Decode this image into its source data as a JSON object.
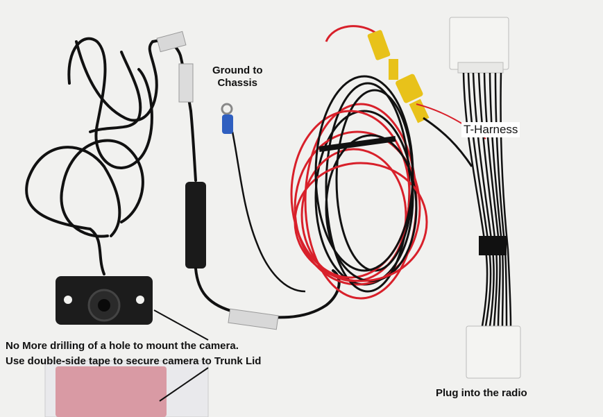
{
  "labels": {
    "ground_line1": "Ground to",
    "ground_line2": "Chassis",
    "t_harness": "T-Harness",
    "drill_line1": "No More drilling of a hole to mount the camera.",
    "drill_line2": "Use double-side tape to secure camera to Trunk Lid",
    "radio": "Plug into the radio"
  },
  "colors": {
    "background": "#f1f1ef",
    "black_cable": "#111111",
    "red_wire": "#d8202a",
    "yellow_rca": "#e8c21a",
    "white_connector": "#f4f4f2",
    "ground_terminal": "#2f5fc0",
    "tape_pink": "#d99aa4"
  }
}
